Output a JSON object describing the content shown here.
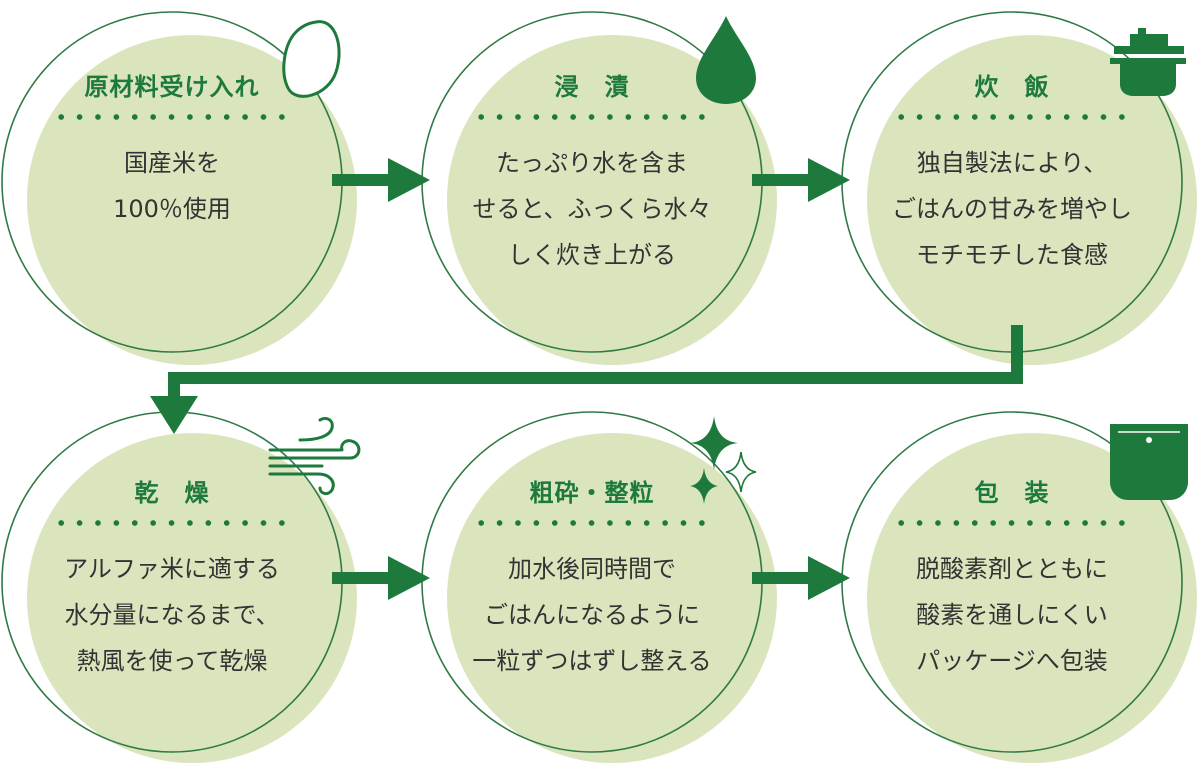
{
  "colors": {
    "circle_fill": "#dbe5bd",
    "circle_stroke": "#2f7a45",
    "accent": "#1e7a3c",
    "text": "#333333"
  },
  "steps": [
    {
      "title": "原材料受け入れ",
      "icon": "rice-grain-icon",
      "description": "国産米を\n100％使用"
    },
    {
      "title": "浸　漬",
      "icon": "water-drop-icon",
      "description": "たっぷり水を含ま\nせると、ふっくら水々\nしく炊き上がる"
    },
    {
      "title": "炊　飯",
      "icon": "rice-cooker-pot-icon",
      "description": "独自製法により、\nごはんの甘みを増やし\nモチモチした食感"
    },
    {
      "title": "乾　燥",
      "icon": "wind-icon",
      "description": "アルファ米に適する\n水分量になるまで、\n熱風を使って乾燥"
    },
    {
      "title": "粗砕・整粒",
      "icon": "sparkle-icon",
      "description": "加水後同時間で\nごはんになるように\n一粒ずつはずし整える"
    },
    {
      "title": "包　装",
      "icon": "package-bag-icon",
      "description": "脱酸素剤とともに\n酸素を通しにくい\nパッケージへ包装"
    }
  ]
}
